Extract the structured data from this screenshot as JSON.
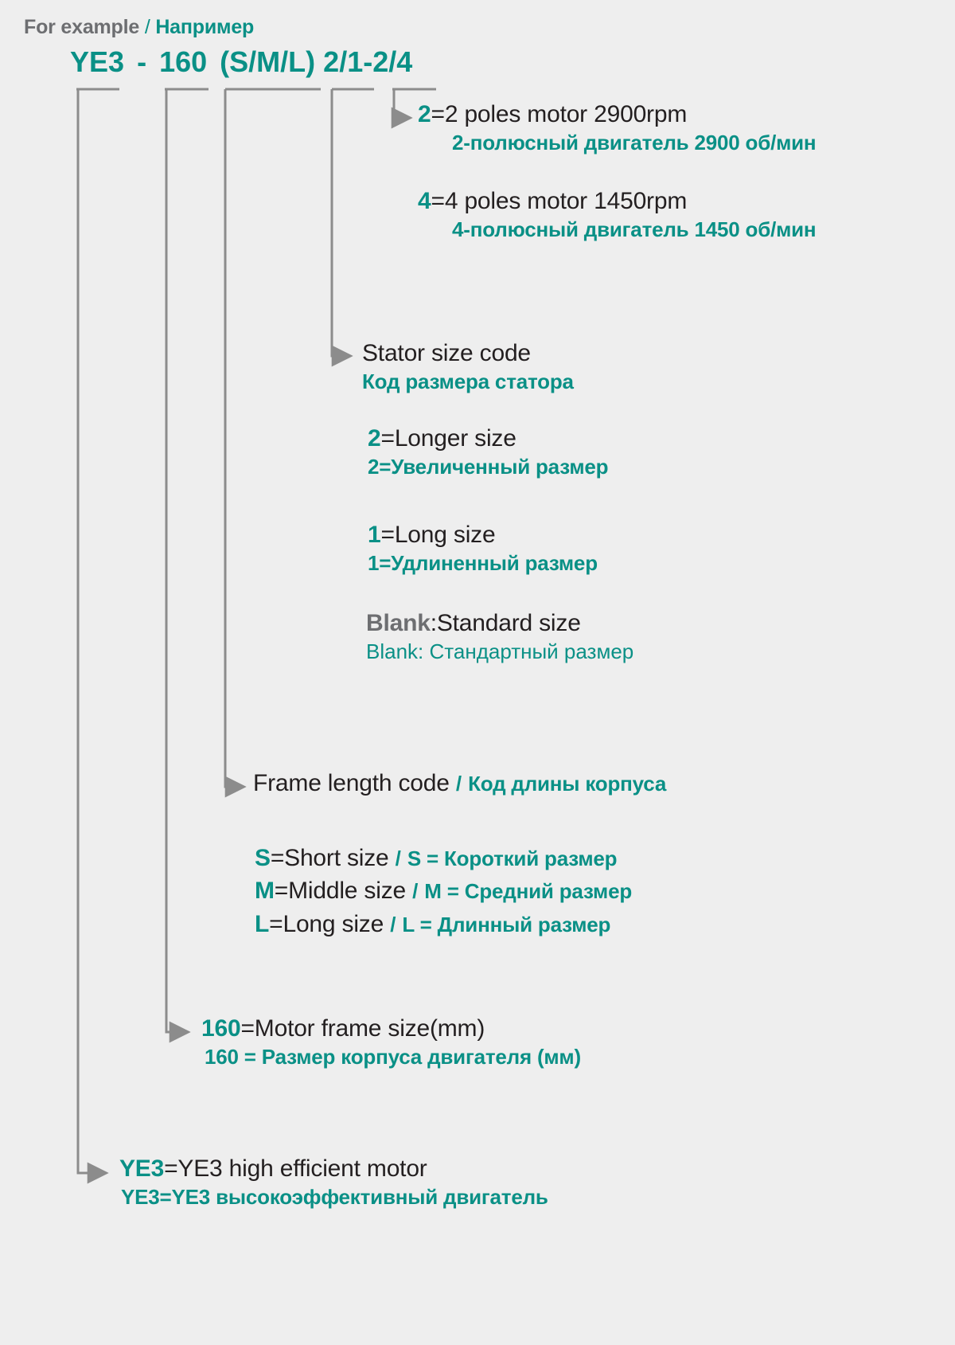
{
  "header": {
    "for_example_en": "For example",
    "separator": "/",
    "for_example_ru": "Например",
    "model_code": "YE3 - 160 (S/M/L) 2/1-2/4",
    "model_parts": {
      "series": "YE3",
      "dash": "-",
      "frame": "160",
      "length": "(S/M/L)",
      "stator_poles": "2/1-2/4"
    }
  },
  "annotations": {
    "poles_2": {
      "key": "2",
      "en": "=2 poles motor 2900rpm",
      "ru": "2-полюсный двигатель 2900 об/мин"
    },
    "poles_4": {
      "key": "4",
      "en": "=4 poles motor 1450rpm",
      "ru": "4-полюсный двигатель 1450 об/мин"
    },
    "stator_size_code": {
      "en": "Stator size code",
      "ru": "Код размера статора"
    },
    "stator_2": {
      "key": "2",
      "en": "=Longer size",
      "ru": "2=Увеличенный размер"
    },
    "stator_1": {
      "key": "1",
      "en": "=Long size",
      "ru": "1=Удлиненный размер"
    },
    "stator_blank": {
      "key": "Blank",
      "en": ":Standard size",
      "ru": "Blank: Стандартный размер"
    },
    "frame_length_code": {
      "en": "Frame length code",
      "slash": "/",
      "ru": "Код длины корпуса"
    },
    "frame_s": {
      "key": "S",
      "en": "=Short size",
      "slash": "/",
      "ru": "S = Короткий размер"
    },
    "frame_m": {
      "key": "M",
      "en": "=Middle size",
      "slash": "/",
      "ru": "M = Средний размер"
    },
    "frame_l": {
      "key": "L",
      "en": "=Long size",
      "slash": "/",
      "ru": "L = Длинный размер"
    },
    "frame_size": {
      "key": "160",
      "en": "=Motor frame size(mm)",
      "ru": "160 = Размер корпуса двигателя (мм)"
    },
    "series": {
      "key": "YE3",
      "en": "=YE3 high efficient motor",
      "ru": "YE3=YE3 высокоэффективный двигатель"
    }
  },
  "colors": {
    "background": "#eeeeee",
    "accent_teal": "#0a9086",
    "text_dark": "#231f20",
    "text_gray": "#6d6e71",
    "wire_gray": "#8c8c8c"
  }
}
